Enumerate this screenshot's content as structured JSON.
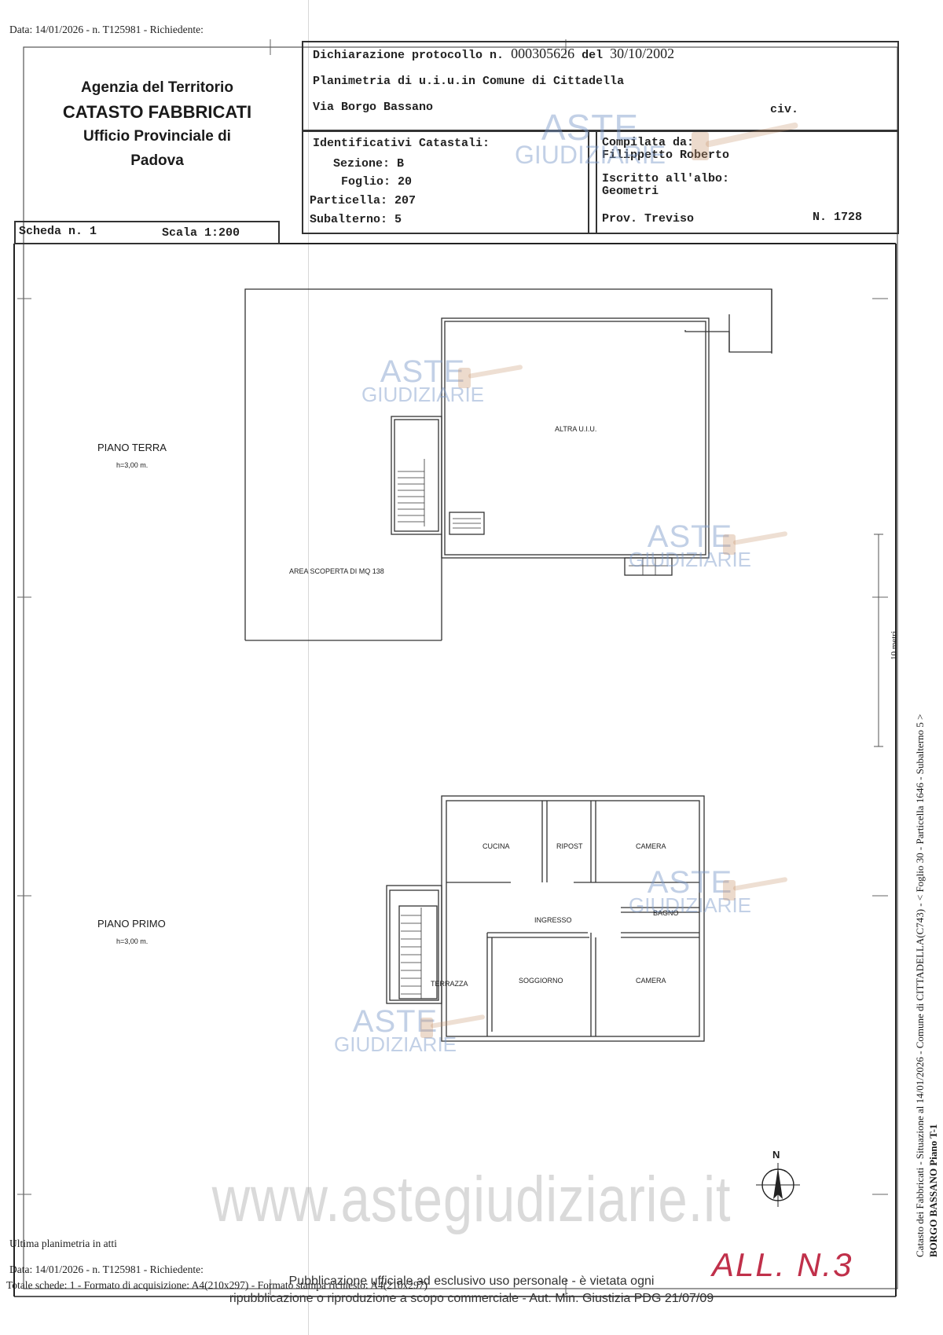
{
  "top_line": "Data: 14/01/2026 - n. T125981 - Richiedente:",
  "agency": {
    "line1": "Agenzia del Territorio",
    "line2": "CATASTO FABBRICATI",
    "line3": "Ufficio Provinciale di",
    "line4": "Padova"
  },
  "declaration": {
    "protocol_label": "Dichiarazione protocollo n.",
    "protocol_number": "000305626",
    "date_label": "del",
    "date": "30/10/2002",
    "planimetry": "Planimetria di u.i.u.in Comune di Cittadella",
    "street": "Via Borgo Bassano",
    "civ": "civ."
  },
  "identifiers": {
    "title": "Identificativi Catastali:",
    "sezione": "Sezione: B",
    "foglio": "Foglio: 20",
    "particella": "Particella: 207",
    "subalterno": "Subalterno: 5"
  },
  "compiler": {
    "label": "Compilata da:",
    "name": "Filippetto Roberto",
    "albo_label": "Iscritto all'albo:",
    "albo": "Geometri",
    "prov": "Prov. Treviso",
    "number": "N. 1728"
  },
  "scheda": {
    "label": "Scheda n. 1",
    "scale": "Scala 1:200"
  },
  "floors": {
    "ground_title": "PIANO TERRA",
    "ground_height": "h=3,00 m.",
    "first_title": "PIANO PRIMO",
    "first_height": "h=3,00 m."
  },
  "rooms": {
    "altra": "ALTRA U.I.U.",
    "area_scoperta": "AREA SCOPERTA DI MQ 138",
    "cucina": "CUCINA",
    "ripost": "RIPOST",
    "camera1": "CAMERA",
    "ingresso": "INGRESSO",
    "bagno": "BAGNO",
    "terrazza": "TERRAZZA",
    "soggiorno": "SOGGIORNO",
    "camera2": "CAMERA"
  },
  "side_text": {
    "line1": "Catasto dei Fabbricati - Situazione al 14/01/2026 - Comune di CITTADELLA(C743) - < Foglio 30 - Particella 1646 - Subalterno 5 >",
    "line2": "BORGO BASSANO Piano T-1",
    "scale_mark": "10 metri"
  },
  "north": "N",
  "watermark": {
    "aste": "ASTE",
    "giudiziarie": "GIUDIZIARIE",
    "site": "www.astegiudiziarie.it"
  },
  "footer": {
    "ultima": "Ultima planimetria in atti",
    "data_line": "Data: 14/01/2026 - n. T125981 - Richiedente:",
    "totale_line": "Totale schede: 1 - Formato di acquisizione: A4(210x297) - Formato stampa richiesto: A4(210x297)",
    "public1": "Pubblicazione ufficiale ad esclusivo uso personale - è vietata ogni",
    "public2": "ripubblicazione o riproduzione a scopo commerciale - Aut. Min. Giustizia PDG 21/07/09",
    "handwritten": "ALL. N.3"
  }
}
